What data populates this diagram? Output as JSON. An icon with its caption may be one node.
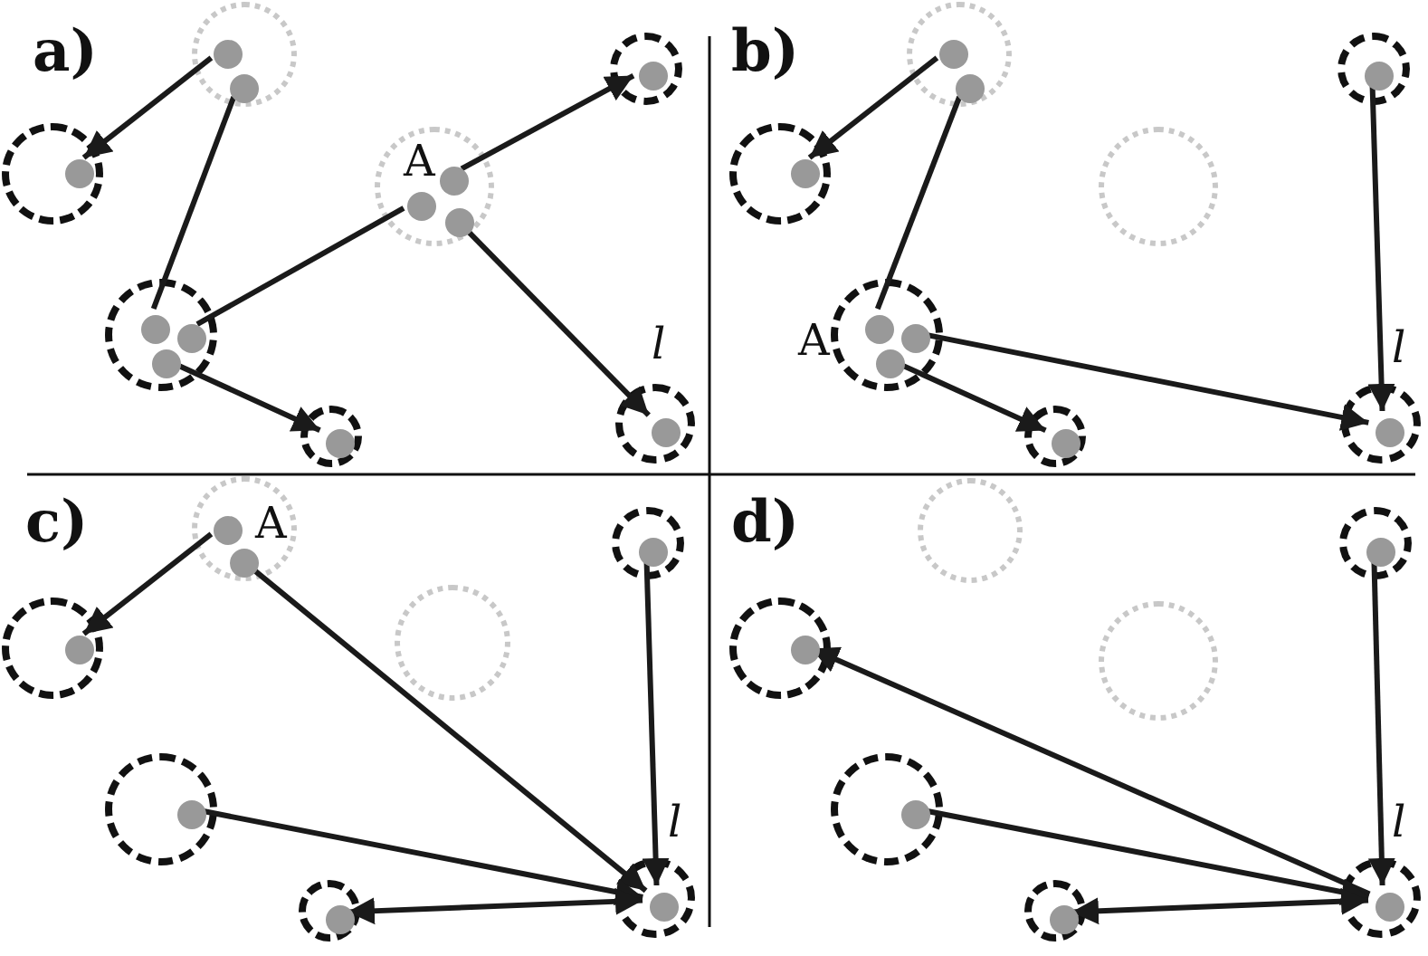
{
  "diagram": {
    "nodes": [
      {
        "text": [],
        "shape": "circle"
      },
      {
        "text": [],
        "shape": "circle",
        "in": 0
      },
      {
        "text": [],
        "shape": "circle",
        "in": 0
      },
      {
        "text": [],
        "shape": "circle"
      },
      {
        "text": [],
        "shape": "circle",
        "in": 3
      },
      {
        "text": [],
        "shape": "circle"
      },
      {
        "text": [],
        "shape": "circle",
        "in": 5
      },
      {
        "text": [],
        "shape": "circle",
        "beside": [
          "A"
        ]
      },
      {
        "text": [],
        "shape": "circle",
        "in": 7
      },
      {
        "text": [],
        "shape": "circle",
        "in": 7
      },
      {
        "text": [],
        "shape": "circle",
        "in": 7
      },
      {
        "text": [],
        "shape": "circle"
      },
      {
        "text": [],
        "shape": "circle",
        "in": 11
      },
      {
        "text": [],
        "shape": "circle",
        "in": 11
      },
      {
        "text": [],
        "shape": "circle",
        "in": 11
      },
      {
        "text": [],
        "shape": "circle"
      },
      {
        "text": [],
        "shape": "circle",
        "in": 15
      },
      {
        "text": [],
        "shape": "circle",
        "beside": [
          "l"
        ]
      },
      {
        "text": [],
        "shape": "circle",
        "in": 17
      },
      {
        "text": [],
        "shape": "circle"
      },
      {
        "text": [],
        "shape": "circle",
        "in": 19
      },
      {
        "text": [],
        "shape": "circle",
        "in": 19
      },
      {
        "text": [],
        "shape": "circle"
      },
      {
        "text": [],
        "shape": "circle",
        "in": 22
      },
      {
        "text": [],
        "shape": "circle"
      },
      {
        "text": [],
        "shape": "circle",
        "in": 24
      },
      {
        "text": [],
        "shape": "circle"
      },
      {
        "text": [],
        "shape": "circle",
        "beside": [
          "A"
        ]
      },
      {
        "text": [],
        "shape": "circle",
        "in": 27
      },
      {
        "text": [],
        "shape": "circle",
        "in": 27
      },
      {
        "text": [],
        "shape": "circle",
        "in": 27
      },
      {
        "text": [],
        "shape": "circle"
      },
      {
        "text": [],
        "shape": "circle",
        "in": 31
      },
      {
        "text": [],
        "shape": "circle",
        "beside": [
          "l"
        ]
      },
      {
        "text": [],
        "shape": "circle",
        "in": 33
      },
      {
        "text": [],
        "shape": "circle",
        "beside": [
          "A"
        ]
      },
      {
        "text": [],
        "shape": "circle",
        "in": 35
      },
      {
        "text": [],
        "shape": "circle",
        "in": 35
      },
      {
        "text": [],
        "shape": "circle"
      },
      {
        "text": [],
        "shape": "circle",
        "in": 38
      },
      {
        "text": [],
        "shape": "circle"
      },
      {
        "text": [],
        "shape": "circle"
      },
      {
        "text": [],
        "shape": "circle",
        "in": 41
      },
      {
        "text": [],
        "shape": "circle"
      },
      {
        "text": [],
        "shape": "circle",
        "in": 43
      },
      {
        "text": [],
        "shape": "circle"
      },
      {
        "text": [],
        "shape": "circle",
        "in": 45
      },
      {
        "text": [],
        "shape": "circle",
        "beside": [
          "l"
        ]
      },
      {
        "text": [],
        "shape": "circle",
        "in": 47
      },
      {
        "text": [],
        "shape": "circle"
      },
      {
        "text": [],
        "shape": "circle"
      },
      {
        "text": [],
        "shape": "circle",
        "in": 50
      },
      {
        "text": [],
        "shape": "circle"
      },
      {
        "text": [],
        "shape": "circle"
      },
      {
        "text": [],
        "shape": "circle",
        "in": 53
      },
      {
        "text": [],
        "shape": "circle"
      },
      {
        "text": [],
        "shape": "circle",
        "in": 55
      },
      {
        "text": [],
        "shape": "circle"
      },
      {
        "text": [],
        "shape": "circle",
        "in": 57
      },
      {
        "text": [],
        "shape": "circle",
        "beside": [
          "l"
        ]
      },
      {
        "text": [],
        "shape": "circle",
        "in": 59
      }
    ],
    "edges": [
      {
        "from": 1,
        "to": 4,
        "arrow": "to"
      },
      {
        "from": 2,
        "to": 12,
        "arrow": "none"
      },
      {
        "from": 13,
        "to": 9,
        "arrow": "none"
      },
      {
        "from": 8,
        "to": 6,
        "arrow": "to"
      },
      {
        "from": 10,
        "to": 18,
        "arrow": "to"
      },
      {
        "from": 14,
        "to": 16,
        "arrow": "to"
      },
      {
        "from": 20,
        "to": 23,
        "arrow": "to"
      },
      {
        "from": 21,
        "to": 28,
        "arrow": "none"
      },
      {
        "from": 29,
        "to": 34,
        "arrow": "to"
      },
      {
        "from": 30,
        "to": 32,
        "arrow": "to"
      },
      {
        "from": 25,
        "to": 34,
        "arrow": "to"
      },
      {
        "from": 36,
        "to": 39,
        "arrow": "to"
      },
      {
        "from": 37,
        "to": 48,
        "arrow": "to"
      },
      {
        "from": 42,
        "to": 48,
        "arrow": "to"
      },
      {
        "from": 44,
        "to": 48,
        "arrow": "to"
      },
      {
        "from": 46,
        "to": 48,
        "arrow": "both"
      },
      {
        "from": 60,
        "to": 51,
        "arrow": "to"
      },
      {
        "from": 56,
        "to": 60,
        "arrow": "to"
      },
      {
        "from": 58,
        "to": 60,
        "arrow": "both"
      },
      {
        "from": 54,
        "to": 60,
        "arrow": "to"
      }
    ],
    "labels": [
      "a)",
      "b)",
      "c)",
      "d)"
    ]
  }
}
